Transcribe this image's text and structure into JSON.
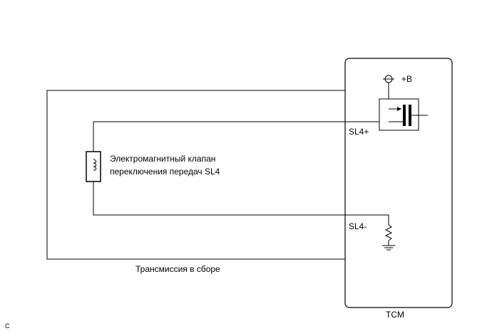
{
  "diagram": {
    "ecu_label": "TCM",
    "power_label": "+B",
    "pin_plus": "SL4+",
    "pin_minus": "SL4-",
    "solenoid_label_line1": "Электромагнитный клапан",
    "solenoid_label_line2": "переключения передач SL4",
    "assembly_label": "Трансмиссия в сборе",
    "corner_mark": "C"
  }
}
